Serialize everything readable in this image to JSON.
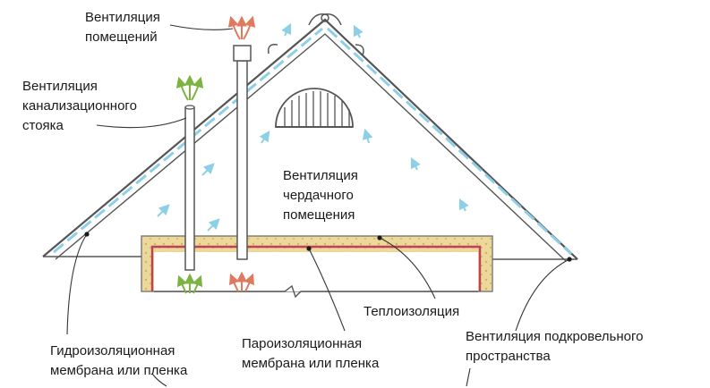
{
  "labels": {
    "room_vent": [
      "Вентиляция",
      "помещений"
    ],
    "sewer_vent": [
      "Вентиляция",
      "канализационного",
      "стояка"
    ],
    "attic_vent": [
      "Вентиляция",
      "чердачного",
      "помещения"
    ],
    "insulation": "Теплоизоляция",
    "waterproof": [
      "Гидроизоляционная",
      "мембрана или пленка"
    ],
    "vapor": [
      "Пароизоляционная",
      "мембрана или пленка"
    ],
    "underroof_vent": [
      "Вентиляция подкровельного",
      "пространства"
    ]
  },
  "colors": {
    "outline": "#555555",
    "airflow": "#8ecfe8",
    "insulation": "#ecd89a",
    "vapor_barrier": "#c0405a",
    "arrow_red": "#e07a5f",
    "arrow_green": "#7cb342",
    "leader": "#333333"
  }
}
